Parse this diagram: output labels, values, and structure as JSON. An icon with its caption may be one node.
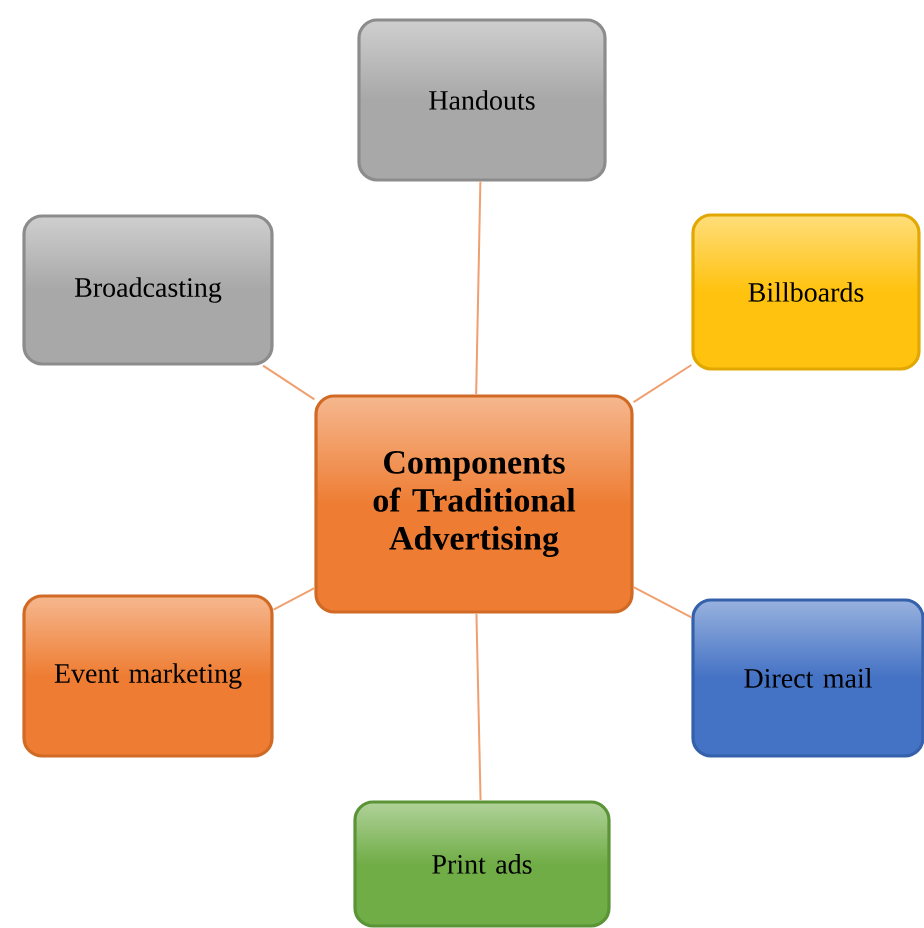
{
  "diagram": {
    "nodes": [
      {
        "text": [
          "Components of Traditional Advertising"
        ]
      },
      {
        "text": [
          "Handouts"
        ]
      },
      {
        "text": [
          "Broadcasting"
        ]
      },
      {
        "text": [
          "Billboards"
        ]
      },
      {
        "text": [
          "Event marketing"
        ]
      },
      {
        "text": [
          "Direct mail"
        ]
      },
      {
        "text": [
          "Print ads"
        ]
      }
    ],
    "edges": [
      {
        "from": 0,
        "to": 1,
        "arrow": "none"
      },
      {
        "from": 0,
        "to": 2,
        "arrow": "none"
      },
      {
        "from": 0,
        "to": 3,
        "arrow": "none"
      },
      {
        "from": 0,
        "to": 4,
        "arrow": "none"
      },
      {
        "from": 0,
        "to": 5,
        "arrow": "none"
      },
      {
        "from": 0,
        "to": 6,
        "arrow": "none"
      }
    ]
  }
}
